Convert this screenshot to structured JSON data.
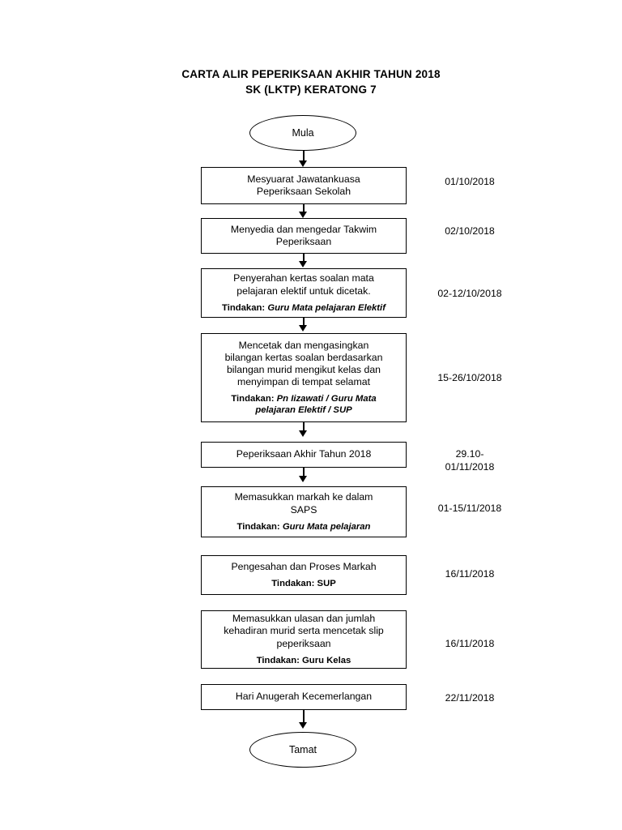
{
  "document": {
    "title_lines": [
      "CARTA ALIR PEPERIKSAAN AKHIR TAHUN 2018",
      "SK (LKTP) KERATONG 7"
    ]
  },
  "flowchart": {
    "start_label": "Mula",
    "end_label": "Tamat",
    "steps": [
      {
        "id": "step-1",
        "body": "Mesyuarat Jawatankuasa\nPeperiksaan Sekolah",
        "action_label": "",
        "action_role": "",
        "date": "01/10/2018"
      },
      {
        "id": "step-2",
        "body": "Menyedia dan mengedar Takwim\nPeperiksaan",
        "action_label": "",
        "action_role": "",
        "date": "02/10/2018"
      },
      {
        "id": "step-3",
        "body": "Penyerahan kertas soalan mata\npelajaran elektif untuk dicetak.",
        "action_label": "Tindakan:",
        "action_role": "Guru Mata pelajaran Elektif",
        "action_style": "italic",
        "date": "02-12/10/2018"
      },
      {
        "id": "step-4",
        "body": "Mencetak dan mengasingkan\nbilangan kertas soalan berdasarkan\nbilangan murid mengikut kelas dan\nmenyimpan di tempat selamat",
        "action_label": "Tindakan:",
        "action_role": "Pn Iizawati / Guru Mata\npelajaran Elektif / SUP",
        "action_style": "italic",
        "date": "15-26/10/2018"
      },
      {
        "id": "step-5",
        "body": "Peperiksaan Akhir Tahun 2018",
        "action_label": "",
        "action_role": "",
        "date": "29.10-\n01/11/2018"
      },
      {
        "id": "step-6",
        "body": "Memasukkan markah ke dalam\nSAPS",
        "action_label": "Tindakan:",
        "action_role": "Guru Mata pelajaran",
        "action_style": "italic",
        "date": "01-15/11/2018"
      },
      {
        "id": "step-7",
        "body": "Pengesahan dan Proses Markah",
        "action_label": "Tindakan:",
        "action_role": "SUP",
        "action_style": "plain",
        "date": "16/11/2018"
      },
      {
        "id": "step-8",
        "body": "Memasukkan ulasan dan jumlah\nkehadiran murid serta mencetak slip\npeperiksaan",
        "action_label": "Tindakan:",
        "action_role": "Guru Kelas",
        "action_style": "plain",
        "date": "16/11/2018"
      },
      {
        "id": "step-9",
        "body": "Hari Anugerah Kecemerlangan",
        "action_label": "",
        "action_role": "",
        "date": "22/11/2018"
      }
    ]
  }
}
